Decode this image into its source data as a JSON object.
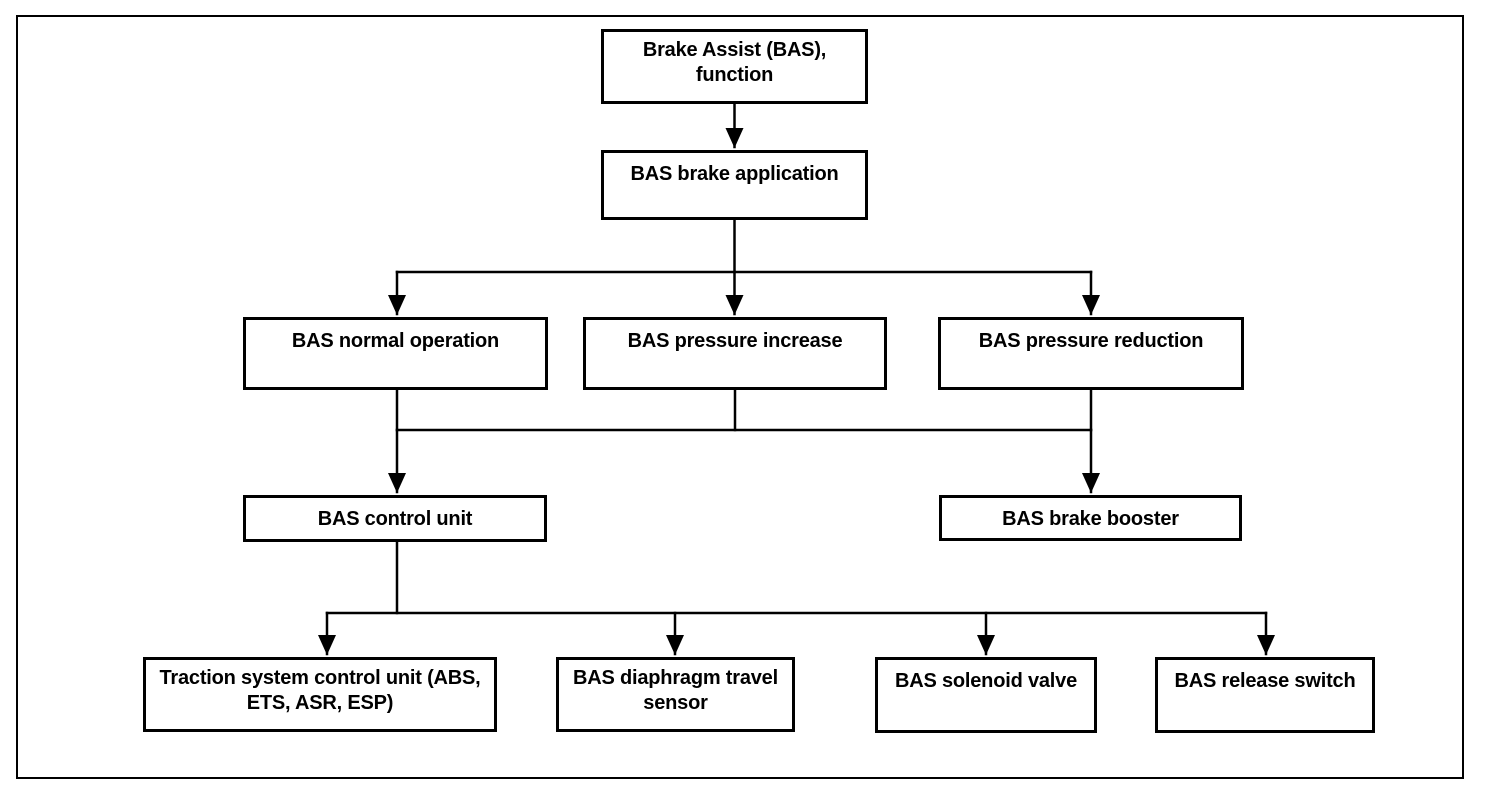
{
  "diagram": {
    "title": "Brake Assist (BAS) function overview flowchart",
    "colors": {
      "line": "#000000",
      "box_border": "#000000",
      "box_fill": "#ffffff",
      "text": "#000000",
      "background": "#ffffff"
    },
    "nodes": [
      {
        "id": "bas-function",
        "label": "Brake Assist (BAS), function"
      },
      {
        "id": "bas-brake-application",
        "label": "BAS brake application"
      },
      {
        "id": "bas-normal-operation",
        "label": "BAS normal operation"
      },
      {
        "id": "bas-pressure-increase",
        "label": "BAS pressure increase"
      },
      {
        "id": "bas-pressure-reduction",
        "label": "BAS pressure reduction"
      },
      {
        "id": "bas-control-unit",
        "label": "BAS control unit"
      },
      {
        "id": "bas-brake-booster",
        "label": "BAS brake booster"
      },
      {
        "id": "traction-system-control-unit",
        "label": "Traction system control unit (ABS, ETS, ASR, ESP)"
      },
      {
        "id": "bas-diaphragm-travel-sensor",
        "label": "BAS diaphragm travel sensor"
      },
      {
        "id": "bas-solenoid-valve",
        "label": "BAS solenoid valve"
      },
      {
        "id": "bas-release-switch",
        "label": "BAS release switch"
      }
    ],
    "edges": [
      {
        "from": "bas-function",
        "to": "bas-brake-application"
      },
      {
        "from": "bas-brake-application",
        "to": "bas-normal-operation"
      },
      {
        "from": "bas-brake-application",
        "to": "bas-pressure-increase"
      },
      {
        "from": "bas-brake-application",
        "to": "bas-pressure-reduction"
      },
      {
        "from": "bas-normal-operation",
        "to": "bas-control-unit"
      },
      {
        "from": "bas-pressure-increase",
        "to": "bas-control-unit"
      },
      {
        "from": "bas-pressure-reduction",
        "to": "bas-brake-booster"
      },
      {
        "from": "bas-control-unit",
        "to": "traction-system-control-unit"
      },
      {
        "from": "bas-control-unit",
        "to": "bas-diaphragm-travel-sensor"
      },
      {
        "from": "bas-control-unit",
        "to": "bas-solenoid-valve"
      },
      {
        "from": "bas-control-unit",
        "to": "bas-release-switch"
      }
    ]
  }
}
